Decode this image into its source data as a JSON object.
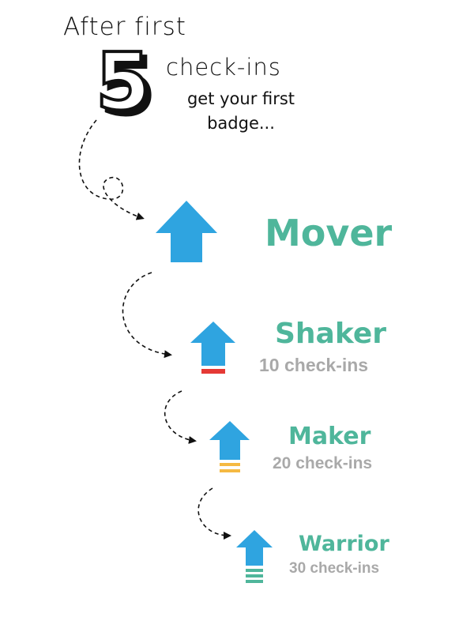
{
  "header": {
    "line1": "After first",
    "number": "5",
    "line2": "check-ins",
    "sub1": "get your first",
    "sub2": "badge..."
  },
  "badges": [
    {
      "name": "Mover",
      "count": ""
    },
    {
      "name": "Shaker",
      "count": "10 check-ins"
    },
    {
      "name": "Maker",
      "count": "20 check-ins"
    },
    {
      "name": "Warrior",
      "count": "30 check-ins"
    }
  ],
  "colors": {
    "arrow": "#2fa4e0",
    "badge_name": "#4fb69b",
    "count_text": "#a9a9a9",
    "stripe_red": "#e53935",
    "stripe_yellow": "#f5b942",
    "stripe_green": "#4fb69b"
  },
  "icons": [
    "up-arrow-icon",
    "dashed-curve-arrow-icon"
  ]
}
